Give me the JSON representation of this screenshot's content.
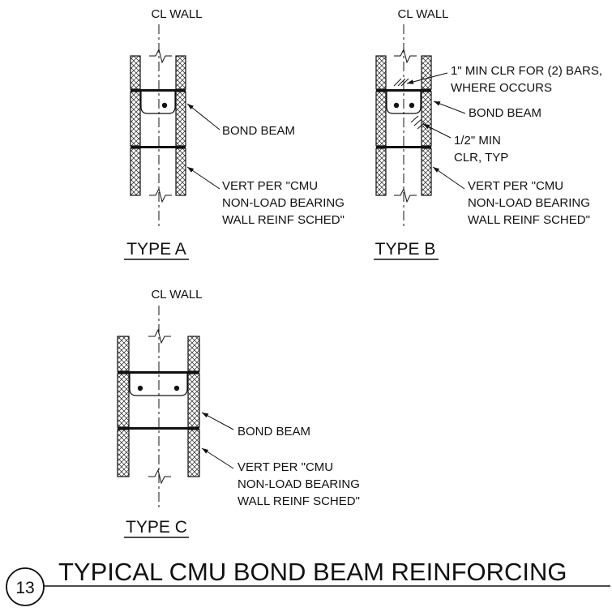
{
  "sheet": {
    "detail_number": "13",
    "detail_title": "TYPICAL CMU BOND BEAM REINFORCING"
  },
  "type_a": {
    "title": "TYPE A",
    "centerline": "CL WALL",
    "bond_beam": "BOND BEAM",
    "vert_lines": [
      "VERT PER \"CMU",
      "NON-LOAD BEARING",
      "WALL REINF SCHED\""
    ]
  },
  "type_b": {
    "title": "TYPE B",
    "centerline": "CL WALL",
    "clear_bars_lines": [
      "1\" MIN CLR FOR (2) BARS,",
      "WHERE OCCURS"
    ],
    "bond_beam": "BOND BEAM",
    "min_clear_lines": [
      "1/2\" MIN",
      "CLR, TYP"
    ],
    "vert_lines": [
      "VERT PER \"CMU",
      "NON-LOAD BEARING",
      "WALL REINF SCHED\""
    ]
  },
  "type_c": {
    "title": "TYPE C",
    "centerline": "CL WALL",
    "bond_beam": "BOND BEAM",
    "vert_lines": [
      "VERT PER \"CMU",
      "NON-LOAD BEARING",
      "WALL REINF SCHED\""
    ]
  }
}
